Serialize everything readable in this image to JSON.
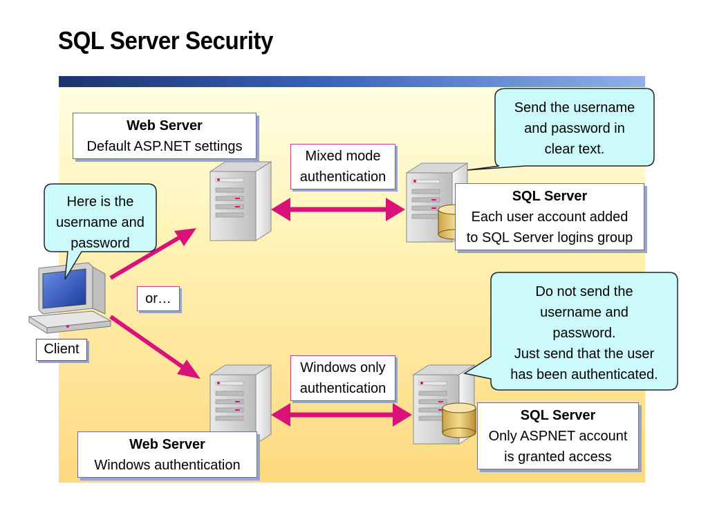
{
  "title": "SQL Server Security",
  "colors": {
    "arrow": "#d9127a",
    "bubble_fill": "#ccfafa",
    "banner_dark": "#1c3370",
    "banner_light": "#8fb0ea"
  },
  "web_server_top": {
    "title": "Web Server",
    "line": "Default ASP.NET settings"
  },
  "web_server_bottom": {
    "title": "Web Server",
    "line": "Windows authentication"
  },
  "sql_server_top": {
    "title": "SQL Server",
    "lines": [
      "Each user account added",
      "to SQL Server logins group"
    ]
  },
  "sql_server_bottom": {
    "title": "SQL Server",
    "lines": [
      "Only ASPNET account",
      "is granted access"
    ]
  },
  "auth_mixed": {
    "lines": [
      "Mixed mode",
      "authentication"
    ]
  },
  "auth_windows": {
    "lines": [
      "Windows only",
      "authentication"
    ]
  },
  "or_label": "or…",
  "client_label": "Client",
  "client_bubble": {
    "lines": [
      "Here is the",
      "username and",
      "password"
    ]
  },
  "top_bubble": {
    "lines": [
      "Send the username",
      "and password in",
      "clear text."
    ]
  },
  "bottom_bubble": {
    "lines": [
      "Do not send the",
      "username and",
      "password.",
      "Just send that the user",
      "has been authenticated."
    ]
  },
  "icons": [
    "server-icon",
    "database-icon",
    "client-computer-icon"
  ]
}
